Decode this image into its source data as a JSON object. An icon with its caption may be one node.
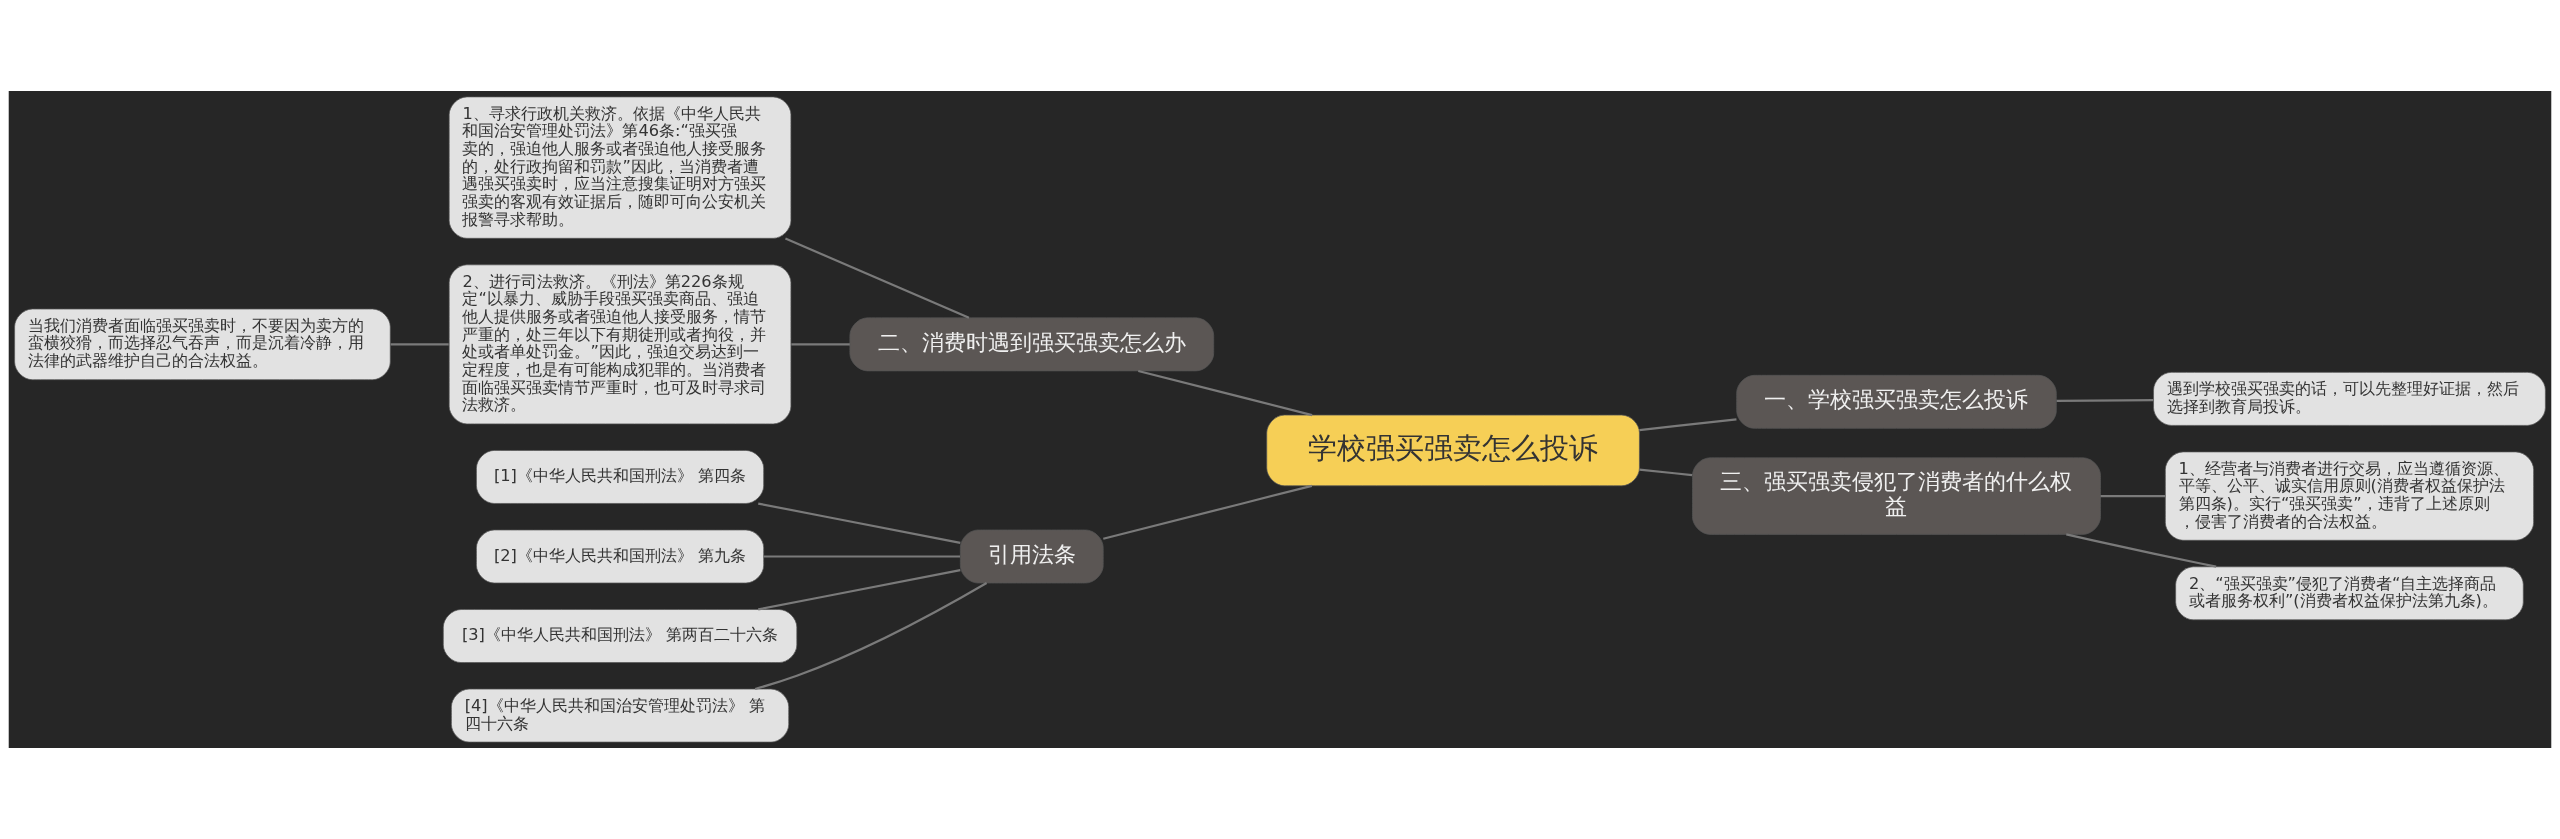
{
  "diagram": {
    "nodes": [
      {
        "text": [
          "学校强买强卖怎么投诉"
        ]
      },
      {
        "text": [
          "二、消费时遇到强买强卖怎么办"
        ]
      },
      {
        "text": [
          "1、寻求行政机关救济。依据《中华人民共和国治安管理处罚法》第46条:“强买强卖的，强迫他人服务或者强迫他人接受服务的，处行政拘留和罚款”因此，当消费者遭遇强买强卖时，应当注意搜集证明对方强买强卖的客观有效证据后，随即可向公安机关报警寻求帮助。"
        ]
      },
      {
        "text": [
          "2、进行司法救济。《刑法》第226条规定“以暴力、威胁手段强买强卖商品、强迫他人提供服务或者强迫他人接受服务，情节严重的，处三年以下有期徒刑或者拘役，并处或者单处罚金。”因此，强迫交易达到一定程度，也是有可能构成犯罪的。当消费者面临强买强卖情节严重时，也可及时寻求司法救济。"
        ]
      },
      {
        "text": [
          "当我们消费者面临强买强卖时，不要因为卖方的蛮横狡猾，而选择忍气吞声，而是沉着冷静，用法律的武器维护自己的合法权益。"
        ]
      },
      {
        "text": [
          "引用法条"
        ]
      },
      {
        "text": [
          "[1]《中华人民共和国刑法》 第四条"
        ]
      },
      {
        "text": [
          "[2]《中华人民共和国刑法》 第九条"
        ]
      },
      {
        "text": [
          "[3]《中华人民共和国刑法》 第两百二十六条"
        ]
      },
      {
        "text": [
          "[4]《中华人民共和国治安管理处罚法》 第四十六条"
        ]
      },
      {
        "text": [
          "一、学校强买强卖怎么投诉"
        ]
      },
      {
        "text": [
          "遇到学校强买强卖的话，可以先整理好证据，然后选择到教育局投诉。"
        ]
      },
      {
        "text": [
          "三、强买强卖侵犯了消费者的什么权益"
        ]
      },
      {
        "text": [
          "1、经营者与消费者进行交易，应当遵循资源、平等、公平、诚实信用原则(消费者权益保护法第四条)。实行“强买强卖”，违背了上述原则，侵害了消费者的合法权益。"
        ]
      },
      {
        "text": [
          "2、“强买强卖”侵犯了消费者“自主选择商品或者服务权利”(消费者权益保护法第九条)。"
        ]
      }
    ],
    "edges": [
      {
        "from": 0,
        "to": 1,
        "arrow": "none"
      },
      {
        "from": 1,
        "to": 2,
        "arrow": "none"
      },
      {
        "from": 1,
        "to": 3,
        "arrow": "none"
      },
      {
        "from": 3,
        "to": 4,
        "arrow": "none"
      },
      {
        "from": 0,
        "to": 5,
        "arrow": "none"
      },
      {
        "from": 5,
        "to": 6,
        "arrow": "none"
      },
      {
        "from": 5,
        "to": 7,
        "arrow": "none"
      },
      {
        "from": 5,
        "to": 8,
        "arrow": "none"
      },
      {
        "from": 5,
        "to": 9,
        "arrow": "none"
      },
      {
        "from": 0,
        "to": 10,
        "arrow": "none"
      },
      {
        "from": 10,
        "to": 11,
        "arrow": "none"
      },
      {
        "from": 0,
        "to": 12,
        "arrow": "none"
      },
      {
        "from": 12,
        "to": 13,
        "arrow": "none"
      },
      {
        "from": 12,
        "to": 14,
        "arrow": "none"
      }
    ]
  }
}
